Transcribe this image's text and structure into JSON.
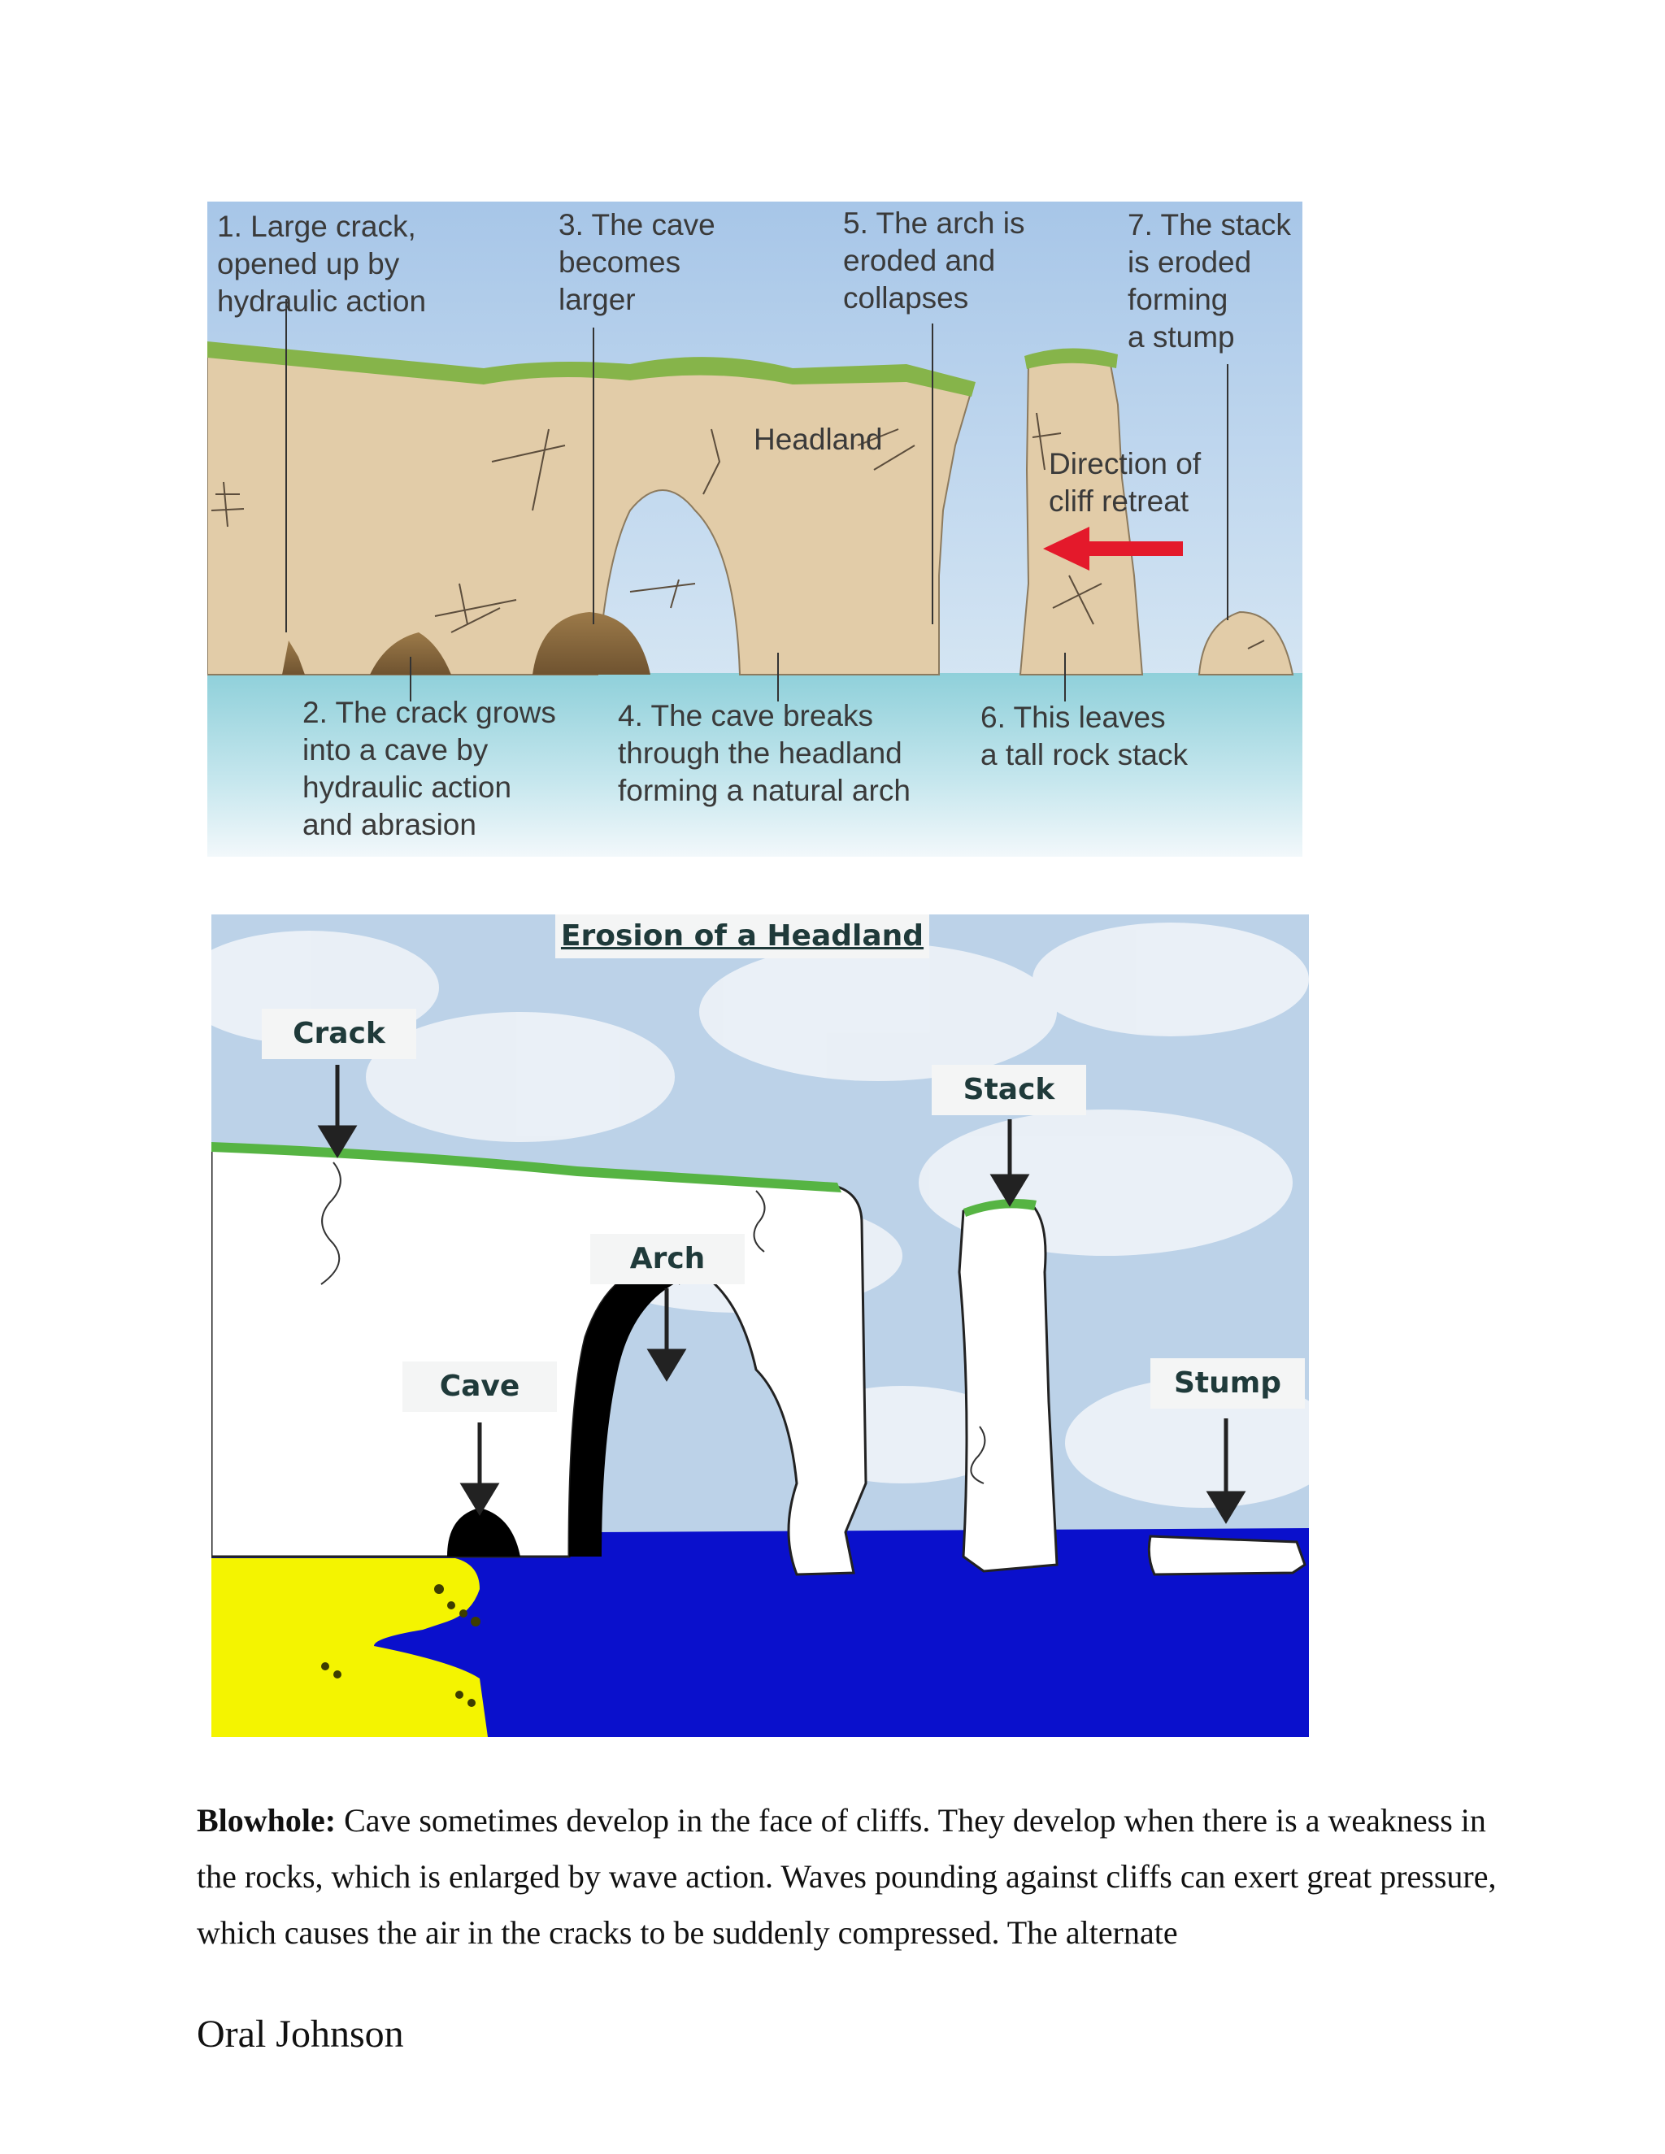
{
  "figure1": {
    "labels": {
      "step1": "1. Large crack,\nopened up by\nhydraulic action",
      "step2": "2. The crack grows\ninto a cave by\nhydraulic action\nand abrasion",
      "step3": "3. The cave\nbecomes\nlarger",
      "step4": "4. The cave breaks\nthrough the headland\nforming a natural arch",
      "step5": "5. The arch is\neroded and\ncollapses",
      "step6": "6. This leaves\na tall rock stack",
      "step7": "7. The stack\nis eroded\nforming\na stump",
      "headland": "Headland",
      "direction": "Direction of\ncliff retreat"
    },
    "colors": {
      "sky": "#b9d3ec",
      "grass": "#86b44a",
      "rock": "#e2cca8",
      "cave": "#8a6a3e",
      "sea": "#a9dbe4",
      "arrow": "#e4192b"
    }
  },
  "figure2": {
    "title": "Erosion of a Headland",
    "tags": {
      "crack": "Crack",
      "cave": "Cave",
      "arch": "Arch",
      "stack": "Stack",
      "stump": "Stump"
    },
    "colors": {
      "sea": "#0a10cc",
      "beach": "#f4f400",
      "rock": "#ffffff",
      "grass": "#56b443"
    }
  },
  "body": {
    "term": "Blowhole:",
    "text": " Cave sometimes develop in the face of cliffs. They develop when there is a weakness in the rocks, which is enlarged by wave action. Waves pounding against cliffs can exert great pressure, which causes the air in the cracks to be suddenly compressed. The alternate"
  },
  "footer": {
    "author": "Oral Johnson"
  }
}
